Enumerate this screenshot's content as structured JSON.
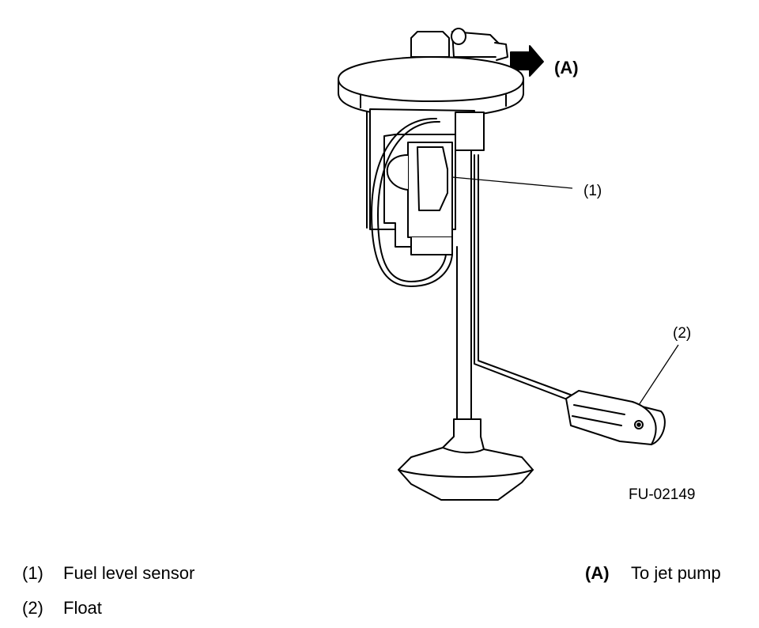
{
  "diagram": {
    "callouts": {
      "c1": "(1)",
      "c2": "(2)",
      "a": "(A)"
    },
    "figure_code": "FU-02149"
  },
  "legend": {
    "items": [
      {
        "num": "(1)",
        "label": "Fuel level sensor"
      },
      {
        "num": "(2)",
        "label": "Float"
      },
      {
        "num": "(A)",
        "label": "To jet pump"
      }
    ]
  }
}
